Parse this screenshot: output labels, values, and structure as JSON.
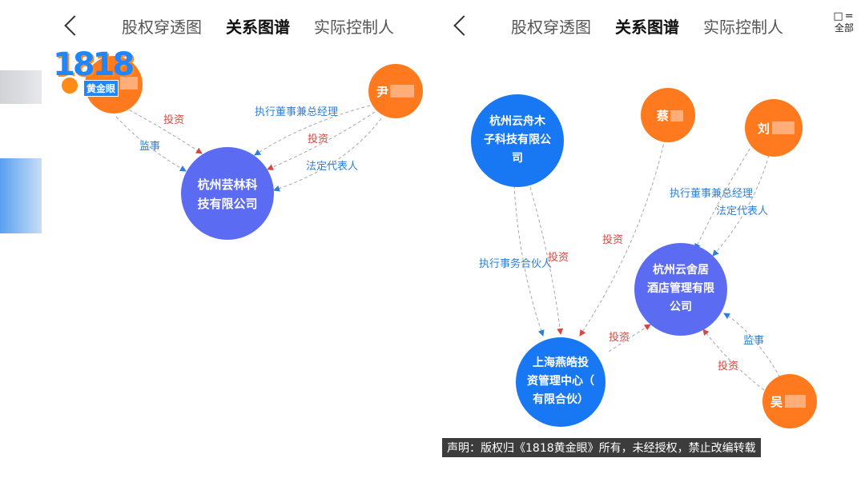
{
  "left": {
    "tabs": [
      {
        "label": "股权穿透图",
        "active": false
      },
      {
        "label": "关系图谱",
        "active": true
      },
      {
        "label": "实际控制人",
        "active": false
      }
    ],
    "nodes": {
      "company": {
        "line1": "杭州芸林科",
        "line2": "技有限公司"
      },
      "person_yin": "尹",
      "person_top_left": ""
    },
    "edge_labels": {
      "invest_1": "投资",
      "supervisor": "监事",
      "exec_director": "执行董事兼总经理",
      "invest_2": "投资",
      "legal_rep": "法定代表人"
    }
  },
  "right": {
    "tabs": [
      {
        "label": "股权穿透图",
        "active": false
      },
      {
        "label": "关系图谱",
        "active": true
      },
      {
        "label": "实际控制人",
        "active": false
      }
    ],
    "all_button": {
      "glyph": "□=",
      "label": "全部"
    },
    "nodes": {
      "zhoumuzi": {
        "line1": "杭州云舟木",
        "line2": "子科技有限公",
        "line3": "司"
      },
      "cai": "蔡",
      "liu": "刘",
      "yunsheju": {
        "line1": "杭州云舍居",
        "line2": "酒店管理有限",
        "line3": "公司"
      },
      "yanhao": {
        "line1": "上海燕皓投",
        "line2": "资管理中心（",
        "line3": "有限合伙）"
      },
      "wu": "吴"
    },
    "edge_labels": {
      "exec_partner": "执行事务合伙人",
      "invest_a": "投资",
      "invest_b": "投资",
      "exec_director": "执行董事兼总经理",
      "legal_rep": "法定代表人",
      "invest_c": "投资",
      "supervisor": "监事",
      "invest_d": "投资"
    }
  },
  "logo": {
    "number": "1818",
    "badge": "黄金眼"
  },
  "disclaimer": "声明：版权归《1818黄金眼》所有，未经授权，禁止改编转载",
  "colors": {
    "company": "#5b6cf2",
    "blue_company": "#1877f2",
    "person": "#ff7a1f",
    "label_blue": "#2d7fd3",
    "label_red": "#d8463f"
  }
}
